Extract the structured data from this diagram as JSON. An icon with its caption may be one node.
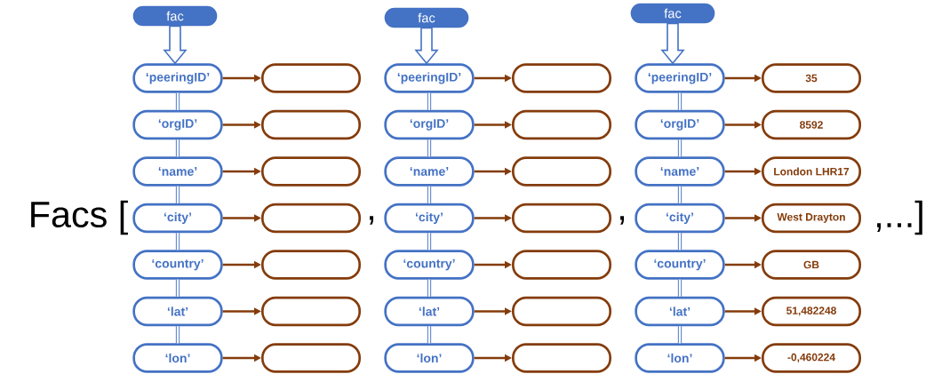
{
  "diagram": {
    "nodes": [
      {
        "text": [
          "fac"
        ]
      },
      {
        "text": [
          "‘peeringID’"
        ]
      },
      {
        "text": [],
        "shape": "box"
      },
      {
        "text": [
          "‘orgID’"
        ]
      },
      {
        "text": [],
        "shape": "box"
      },
      {
        "text": [
          "‘name’"
        ]
      },
      {
        "text": [],
        "shape": "box"
      },
      {
        "text": [
          "‘city’"
        ]
      },
      {
        "text": [],
        "shape": "box"
      },
      {
        "text": [
          "‘country’"
        ]
      },
      {
        "text": [],
        "shape": "box"
      },
      {
        "text": [
          "‘lat’"
        ]
      },
      {
        "text": [],
        "shape": "box"
      },
      {
        "text": [
          "‘lon’"
        ]
      },
      {
        "text": [],
        "shape": "box"
      },
      {
        "text": [
          "fac"
        ]
      },
      {
        "text": [
          "‘peeringID’"
        ]
      },
      {
        "text": [],
        "shape": "box"
      },
      {
        "text": [
          "‘orgID’"
        ]
      },
      {
        "text": [],
        "shape": "box"
      },
      {
        "text": [
          "‘name’"
        ]
      },
      {
        "text": [],
        "shape": "box"
      },
      {
        "text": [
          "‘city’"
        ]
      },
      {
        "text": [],
        "shape": "box"
      },
      {
        "text": [
          "‘country’"
        ]
      },
      {
        "text": [],
        "shape": "box"
      },
      {
        "text": [
          "‘lat’"
        ]
      },
      {
        "text": [],
        "shape": "box"
      },
      {
        "text": [
          "‘lon’"
        ]
      },
      {
        "text": [],
        "shape": "box"
      },
      {
        "text": [
          "fac"
        ]
      },
      {
        "text": [
          "‘peeringID’"
        ]
      },
      {
        "text": [
          "35"
        ]
      },
      {
        "text": [
          "‘orgID’"
        ]
      },
      {
        "text": [
          "8592"
        ]
      },
      {
        "text": [
          "‘name’"
        ]
      },
      {
        "text": [
          "London LHR17"
        ]
      },
      {
        "text": [
          "‘city’"
        ]
      },
      {
        "text": [
          "West Drayton"
        ]
      },
      {
        "text": [
          "‘country’"
        ]
      },
      {
        "text": [
          "GB"
        ]
      },
      {
        "text": [
          "‘lat’"
        ]
      },
      {
        "text": [
          "51,482248"
        ]
      },
      {
        "text": [
          "‘lon’"
        ]
      },
      {
        "text": [
          "-0,460224"
        ]
      }
    ],
    "edges": [
      {
        "from": 0,
        "to": 1,
        "arrow": "to",
        "color": "#4472c4"
      },
      {
        "from": 1,
        "to": 3,
        "arrow": "none",
        "color": "#4472c4"
      },
      {
        "from": 3,
        "to": 5,
        "arrow": "none",
        "color": "#4472c4"
      },
      {
        "from": 5,
        "to": 7,
        "arrow": "none",
        "color": "#4472c4"
      },
      {
        "from": 7,
        "to": 9,
        "arrow": "none",
        "color": "#4472c4"
      },
      {
        "from": 9,
        "to": 11,
        "arrow": "none",
        "color": "#4472c4"
      },
      {
        "from": 11,
        "to": 13,
        "arrow": "none",
        "color": "#4472c4"
      },
      {
        "from": 1,
        "to": 2,
        "arrow": "to",
        "color": "#843c0c"
      },
      {
        "from": 3,
        "to": 4,
        "arrow": "to",
        "color": "#843c0c"
      },
      {
        "from": 5,
        "to": 6,
        "arrow": "to",
        "color": "#843c0c"
      },
      {
        "from": 7,
        "to": 8,
        "arrow": "to",
        "color": "#843c0c"
      },
      {
        "from": 9,
        "to": 10,
        "arrow": "to",
        "color": "#843c0c"
      },
      {
        "from": 11,
        "to": 12,
        "arrow": "to",
        "color": "#843c0c"
      },
      {
        "from": 13,
        "to": 14,
        "arrow": "to",
        "color": "#843c0c"
      },
      {
        "from": 15,
        "to": 16,
        "arrow": "to",
        "color": "#4472c4"
      },
      {
        "from": 16,
        "to": 18,
        "arrow": "none",
        "color": "#4472c4"
      },
      {
        "from": 18,
        "to": 20,
        "arrow": "none",
        "color": "#4472c4"
      },
      {
        "from": 20,
        "to": 22,
        "arrow": "none",
        "color": "#4472c4"
      },
      {
        "from": 22,
        "to": 24,
        "arrow": "none",
        "color": "#4472c4"
      },
      {
        "from": 24,
        "to": 26,
        "arrow": "none",
        "color": "#4472c4"
      },
      {
        "from": 26,
        "to": 28,
        "arrow": "none",
        "color": "#4472c4"
      },
      {
        "from": 16,
        "to": 17,
        "arrow": "to",
        "color": "#843c0c"
      },
      {
        "from": 18,
        "to": 19,
        "arrow": "to",
        "color": "#843c0c"
      },
      {
        "from": 20,
        "to": 21,
        "arrow": "to",
        "color": "#843c0c"
      },
      {
        "from": 22,
        "to": 23,
        "arrow": "to",
        "color": "#843c0c"
      },
      {
        "from": 24,
        "to": 25,
        "arrow": "to",
        "color": "#843c0c"
      },
      {
        "from": 26,
        "to": 27,
        "arrow": "to",
        "color": "#843c0c"
      },
      {
        "from": 28,
        "to": 29,
        "arrow": "to",
        "color": "#843c0c"
      },
      {
        "from": 30,
        "to": 31,
        "arrow": "to",
        "color": "#4472c4"
      },
      {
        "from": 31,
        "to": 33,
        "arrow": "none",
        "color": "#4472c4"
      },
      {
        "from": 33,
        "to": 35,
        "arrow": "none",
        "color": "#4472c4"
      },
      {
        "from": 35,
        "to": 37,
        "arrow": "none",
        "color": "#4472c4"
      },
      {
        "from": 37,
        "to": 39,
        "arrow": "none",
        "color": "#4472c4"
      },
      {
        "from": 39,
        "to": 41,
        "arrow": "none",
        "color": "#4472c4"
      },
      {
        "from": 41,
        "to": 43,
        "arrow": "none",
        "color": "#4472c4"
      },
      {
        "from": 31,
        "to": 32,
        "arrow": "to",
        "color": "#843c0c"
      },
      {
        "from": 33,
        "to": 34,
        "arrow": "to",
        "color": "#843c0c"
      },
      {
        "from": 35,
        "to": 36,
        "arrow": "to",
        "color": "#843c0c"
      },
      {
        "from": 37,
        "to": 38,
        "arrow": "to",
        "color": "#843c0c"
      },
      {
        "from": 39,
        "to": 40,
        "arrow": "to",
        "color": "#843c0c"
      },
      {
        "from": 41,
        "to": 42,
        "arrow": "to",
        "color": "#843c0c"
      },
      {
        "from": 43,
        "to": 44,
        "arrow": "to",
        "color": "#843c0c"
      }
    ],
    "labels": [
      "Facs [",
      ",",
      ",",
      ",...]"
    ]
  }
}
